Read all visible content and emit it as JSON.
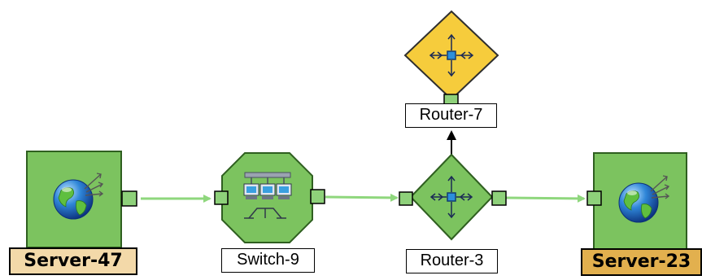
{
  "colors": {
    "node_green": "#7cc35f",
    "node_green_dark": "#4f8f37",
    "router_top_yellow": "#f6cc3c",
    "port_green": "#8ed17a",
    "link_green": "#8fd77d",
    "link_black": "#000000",
    "server_47_label_bg": "#f3d9a9",
    "server_23_label_bg": "#e2b04e"
  },
  "nodes": {
    "server_47": {
      "label": "Server-47",
      "icon": "globe-icon"
    },
    "switch_9": {
      "label": "Switch-9",
      "icon": "switch-icon"
    },
    "router_3": {
      "label": "Router-3",
      "icon": "router-icon"
    },
    "router_7": {
      "label": "Router-7",
      "icon": "router-icon"
    },
    "server_23": {
      "label": "Server-23",
      "icon": "globe-icon"
    }
  },
  "links": [
    {
      "from": "Server-47",
      "to": "Switch-9"
    },
    {
      "from": "Switch-9",
      "to": "Router-3"
    },
    {
      "from": "Router-3",
      "to": "Server-23"
    },
    {
      "from": "Router-3",
      "to": "Router-7"
    }
  ]
}
